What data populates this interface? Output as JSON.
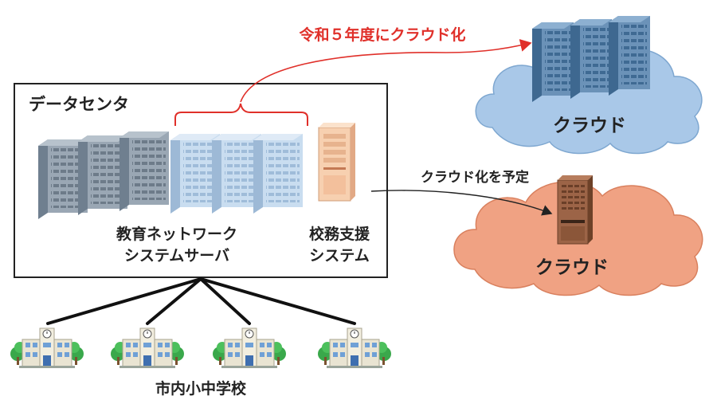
{
  "datacenter": {
    "title": "データセンタ",
    "edu_network_label_line1": "教育ネットワーク",
    "edu_network_label_line2": "システムサーバ",
    "school_support_label_line1": "校務支援",
    "school_support_label_line2": "システム"
  },
  "cloud_migration": {
    "label": "令和５年度にクラウド化",
    "cloud_label": "クラウド",
    "color": "#e0302a"
  },
  "planned_migration": {
    "label": "クラウド化を予定",
    "cloud_label": "クラウド"
  },
  "schools": {
    "label": "市内小中学校",
    "count": 4
  },
  "colors": {
    "cloud_blue": "#a9c8e8",
    "cloud_orange": "#f0a283",
    "server_gray": "#8c9aa8",
    "server_lightblue": "#c4daf0",
    "server_dark_blue": "#5f86ad",
    "server_beige": "#f5c9a6",
    "server_brown": "#8e5a3e"
  }
}
